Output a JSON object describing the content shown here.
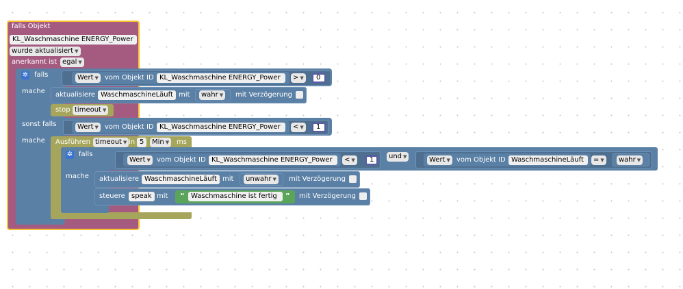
{
  "trigger": {
    "header": "falls Objekt",
    "object_id": "KL_Waschmaschine ENERGY_Power",
    "event": "wurde aktualisiert",
    "ack_label": "anerkannt ist",
    "ack_value": "egal"
  },
  "if1": {
    "falls": "falls",
    "mache": "mache",
    "sonst_falls": "sonst falls",
    "mache2": "mache",
    "cond1": {
      "prop": "Wert",
      "from_label": "vom Objekt ID",
      "object_id": "KL_Waschmaschine ENERGY_Power",
      "op": ">",
      "value": "0"
    },
    "update": {
      "label": "aktualisiere",
      "var": "WaschmaschineLäuft",
      "with": "mit",
      "value": "wahr",
      "delay": "mit Verzögerung"
    },
    "stop": {
      "label": "stop",
      "value": "timeout"
    },
    "cond2": {
      "prop": "Wert",
      "from_label": "vom Objekt ID",
      "object_id": "KL_Waschmaschine ENERGY_Power",
      "op": "<",
      "value": "1"
    }
  },
  "timeout": {
    "label": "Ausführen",
    "name": "timeout",
    "in": "in",
    "value": "5",
    "unit": "Min",
    "suffix": "ms"
  },
  "if2": {
    "falls": "falls",
    "mache": "mache",
    "cond_a": {
      "prop": "Wert",
      "from_label": "vom Objekt ID",
      "object_id": "KL_Waschmaschine ENERGY_Power",
      "op": "<",
      "value": "1"
    },
    "and": "und",
    "cond_b": {
      "prop": "Wert",
      "from_label": "vom Objekt ID",
      "var": "WaschmaschineLäuft",
      "op": "=",
      "value": "wahr"
    },
    "update": {
      "label": "aktualisiere",
      "var": "WaschmaschineLäuft",
      "with": "mit",
      "value": "unwahr",
      "delay": "mit Verzögerung"
    },
    "control": {
      "label": "steuere",
      "target": "speak",
      "with": "mit",
      "text": "Waschmaschine ist fertig",
      "delay": "mit Verzögerung"
    }
  },
  "colors": {
    "trigger": "#a55b80",
    "logic": "#5b80a5",
    "timeouts": "#a5a55b",
    "text": "#5ba55b",
    "selected_outline": "#fbc02d"
  }
}
